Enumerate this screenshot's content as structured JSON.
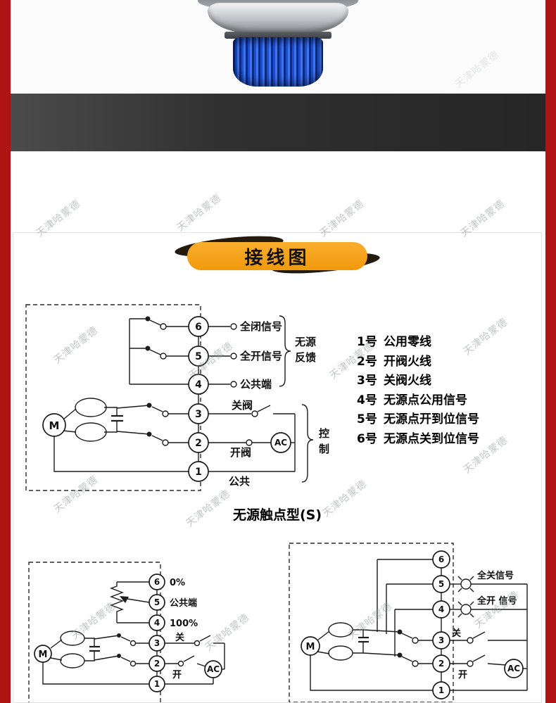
{
  "watermark": "天津哈蒙德",
  "banner": {
    "title": "接线图"
  },
  "terminals": [
    "6",
    "5",
    "4",
    "3",
    "2",
    "1"
  ],
  "diagram1": {
    "motor": "M",
    "ac": "AC",
    "labels": {
      "t6": "全闭信号",
      "t5": "全开信号",
      "t4": "公共端",
      "t3": "关阀",
      "t2": "开阀",
      "t1": "公共"
    },
    "bracket_feedback": [
      "无源",
      "反馈"
    ],
    "bracket_control": [
      "控",
      "制"
    ]
  },
  "notes": [
    {
      "num": "1号",
      "text": "公用零线"
    },
    {
      "num": "2号",
      "text": "开阀火线"
    },
    {
      "num": "3号",
      "text": "关阀火线"
    },
    {
      "num": "4号",
      "text": "无源点公用信号"
    },
    {
      "num": "5号",
      "text": "无源点开到位信号"
    },
    {
      "num": "6号",
      "text": "无源点关到位信号"
    }
  ],
  "caption": "无源触点型(S)",
  "diagram2": {
    "motor": "M",
    "ac": "AC",
    "labels": {
      "t6": "0%",
      "t5": "公共端",
      "t4": "100%",
      "t3": "关",
      "t2": "开"
    }
  },
  "diagram3": {
    "motor": "M",
    "ac": "AC",
    "labels": {
      "t5": "全关信号",
      "t4": "全开 信号",
      "t3": "关",
      "t2": "开"
    }
  }
}
